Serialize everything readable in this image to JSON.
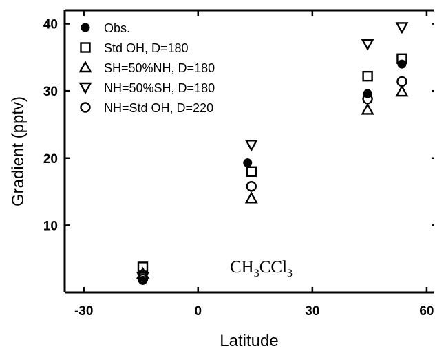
{
  "chart_data": {
    "type": "scatter",
    "title": "",
    "xlabel": "Latitude",
    "ylabel": "Gradient (pptv)",
    "xlim": [
      -35,
      62
    ],
    "ylim": [
      0,
      42
    ],
    "xticks": [
      -30,
      0,
      30,
      60
    ],
    "xtick_labels": [
      "-30",
      "0",
      "30",
      "60"
    ],
    "yticks": [
      10,
      20,
      30,
      40
    ],
    "ytick_labels": [
      "10",
      "20",
      "30",
      "40"
    ],
    "grid": false,
    "legend_position": "top-left",
    "annotation": {
      "main": "CH",
      "sub1": "3",
      "middle": "CCl",
      "sub2": "3"
    },
    "series": [
      {
        "name": "Obs.",
        "marker": "filled-circle",
        "points": [
          [
            -14.5,
            1.8
          ],
          [
            13,
            19.3
          ],
          [
            44.5,
            29.6
          ],
          [
            53.5,
            34.0
          ]
        ]
      },
      {
        "name": "Std OH, D=180",
        "marker": "open-square",
        "points": [
          [
            -14.5,
            3.8
          ],
          [
            14,
            18.0
          ],
          [
            44.5,
            32.2
          ],
          [
            53.5,
            34.8
          ]
        ]
      },
      {
        "name": "SH=50%NH, D=180",
        "marker": "open-triangle-up",
        "points": [
          [
            -14.5,
            2.8
          ],
          [
            14,
            14.0
          ],
          [
            44.5,
            27.2
          ],
          [
            53.5,
            29.9
          ]
        ]
      },
      {
        "name": "NH=50%SH, D=180",
        "marker": "open-triangle-down",
        "points": [
          [
            -14.5,
            2.3
          ],
          [
            14,
            22.0
          ],
          [
            44.5,
            37.0
          ],
          [
            53.5,
            39.5
          ]
        ]
      },
      {
        "name": "NH=Std OH, D=220",
        "marker": "open-circle",
        "points": [
          [
            -14.5,
            2.0
          ],
          [
            14,
            15.8
          ],
          [
            44.5,
            28.8
          ],
          [
            53.5,
            31.4
          ]
        ]
      }
    ]
  }
}
